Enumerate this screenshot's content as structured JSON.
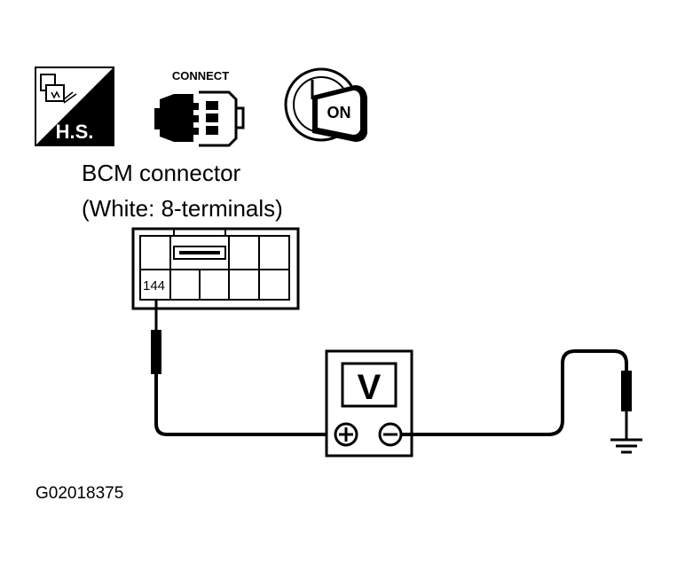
{
  "icons": {
    "harness_label": "H.S.",
    "connect_label": "CONNECT",
    "ignition_label": "ON"
  },
  "connector": {
    "title_line1": "BCM connector",
    "title_line2": "(White: 8-terminals)",
    "terminal": "144"
  },
  "meter": {
    "label": "V",
    "plus_symbol": "+",
    "minus_symbol": "−"
  },
  "figure_id": "G02018375"
}
